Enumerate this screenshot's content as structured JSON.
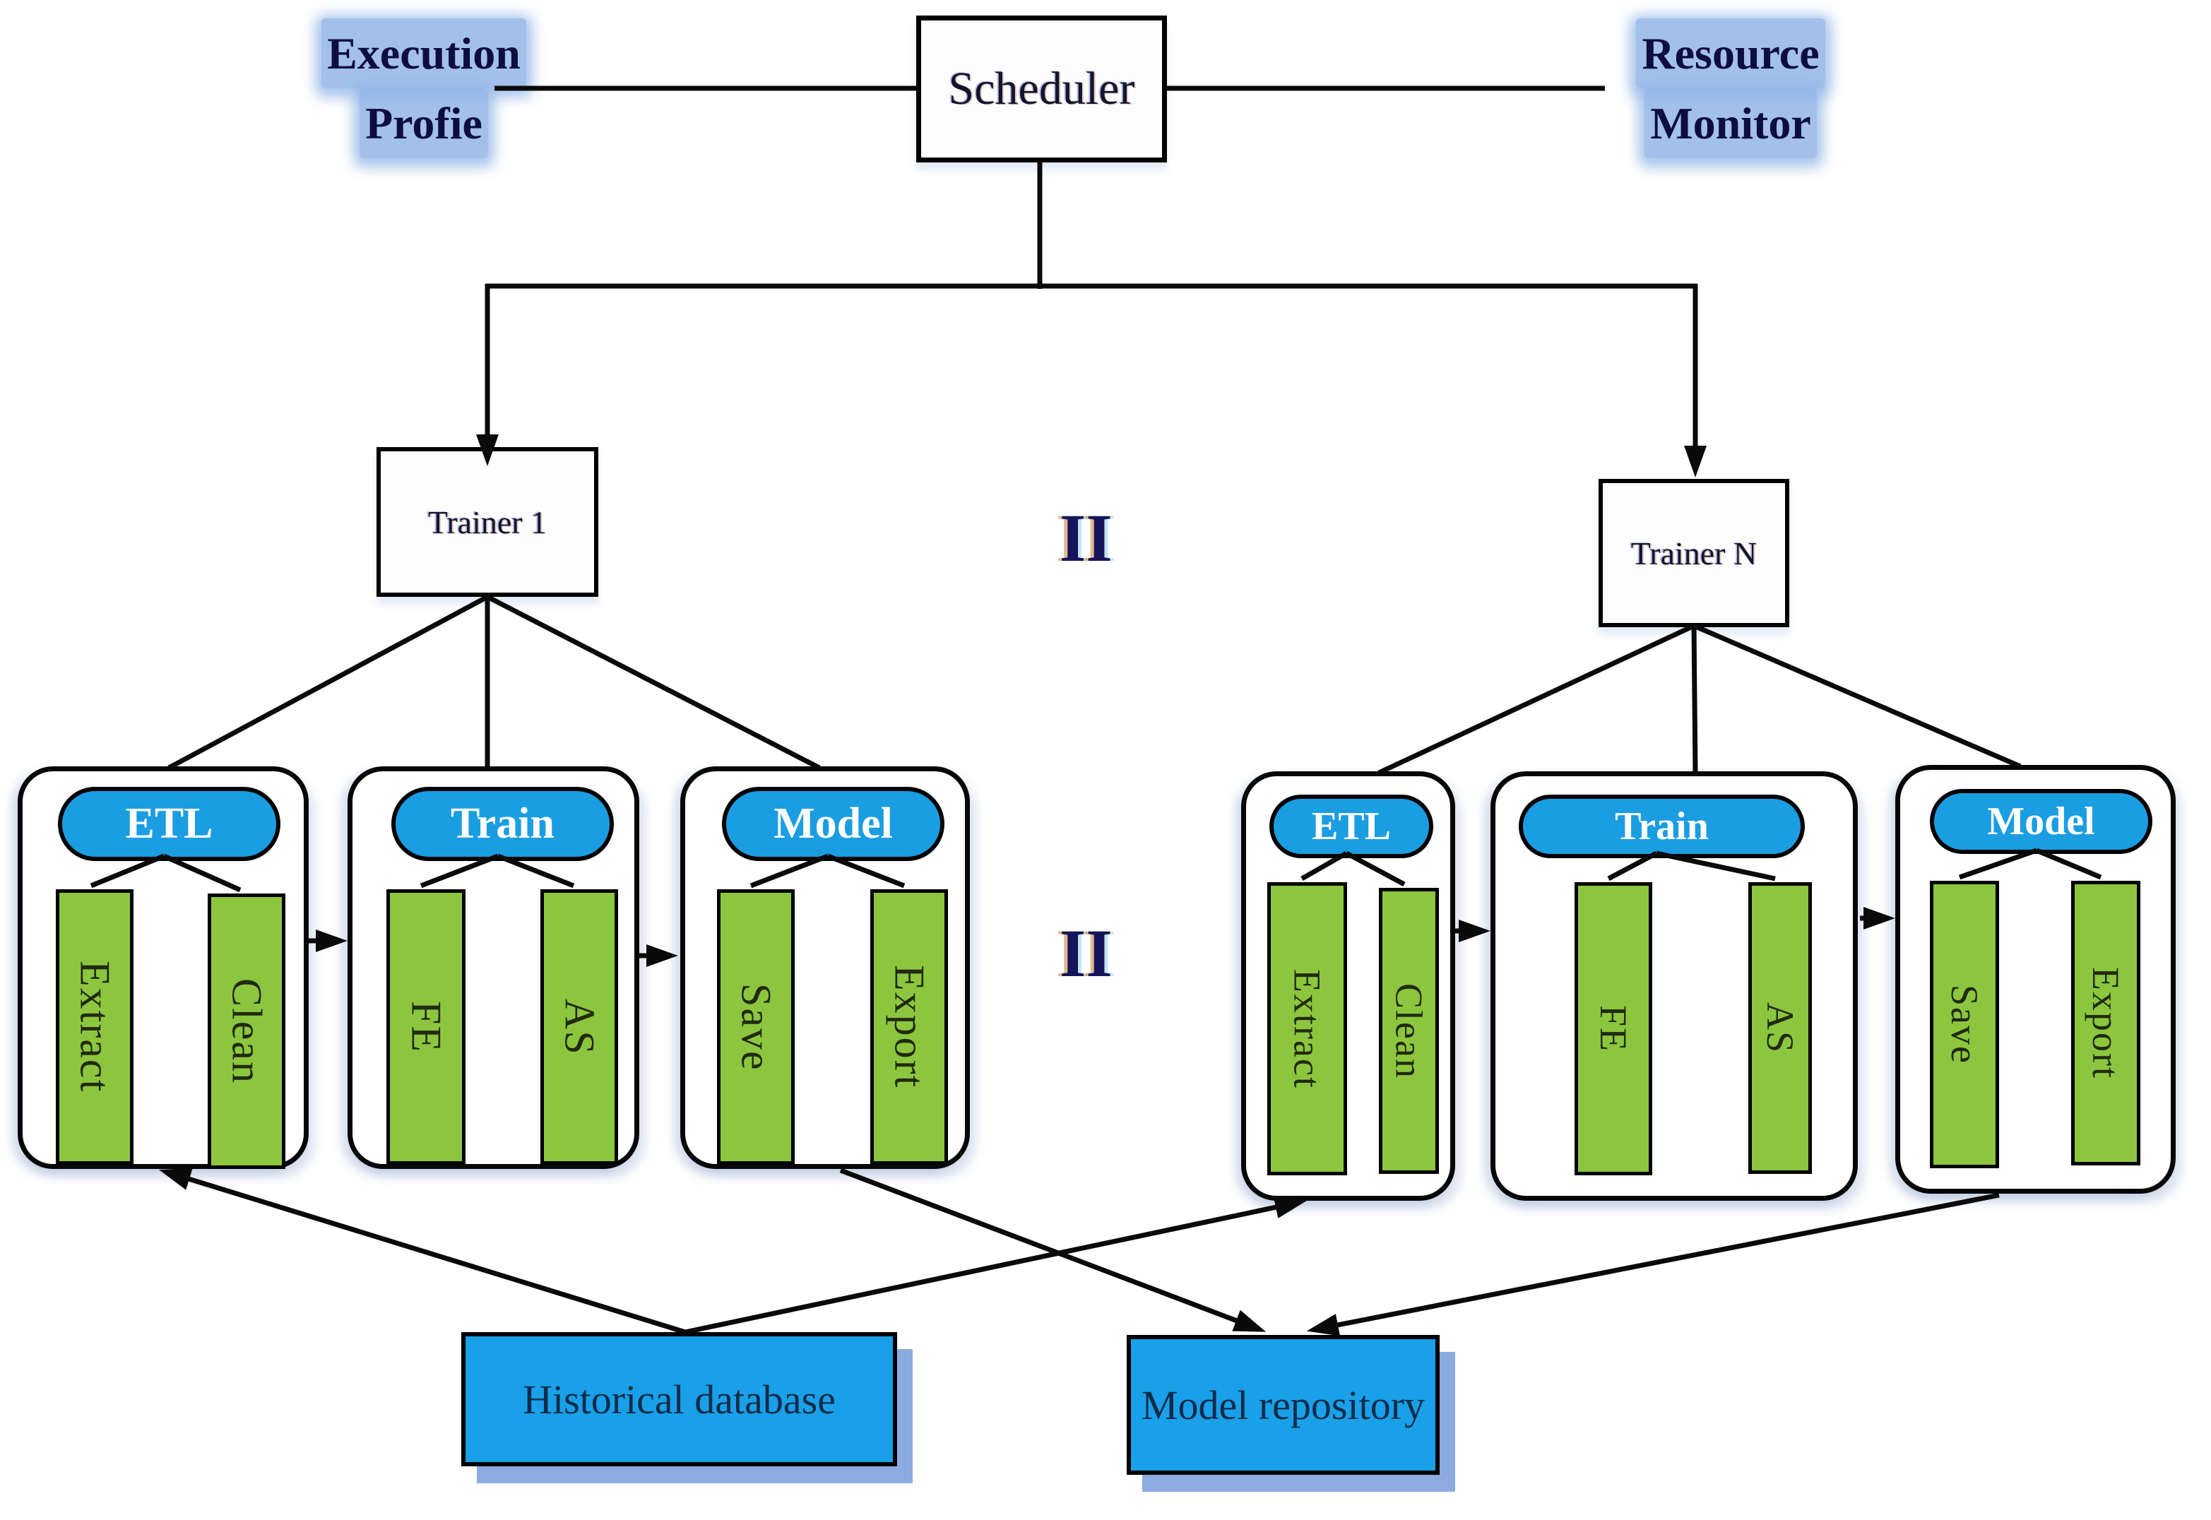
{
  "symbols": {
    "parallel": "II"
  },
  "header": {
    "execution_profile": {
      "line1": "Execution",
      "line2": "Profie"
    },
    "scheduler_label": "Scheduler",
    "resource_monitor": {
      "line1": "Resource",
      "line2": "Monitor"
    }
  },
  "trainers": {
    "first": "Trainer 1",
    "last": "Trainer N"
  },
  "pipeline": {
    "groups": [
      {
        "title": "ETL",
        "steps": [
          "Extract",
          "Clean"
        ]
      },
      {
        "title": "Train",
        "steps": [
          "FE",
          "AS"
        ]
      },
      {
        "title": "Model",
        "steps": [
          "Save",
          "Export"
        ]
      }
    ]
  },
  "datastores": {
    "historical": "Historical database",
    "repository": "Model repository"
  },
  "colors": {
    "pill-blue": "#1b9de2",
    "step-green": "#8cc63f",
    "datastore-blue": "#19a0e8",
    "shadow-blue": "#6f97d9"
  }
}
